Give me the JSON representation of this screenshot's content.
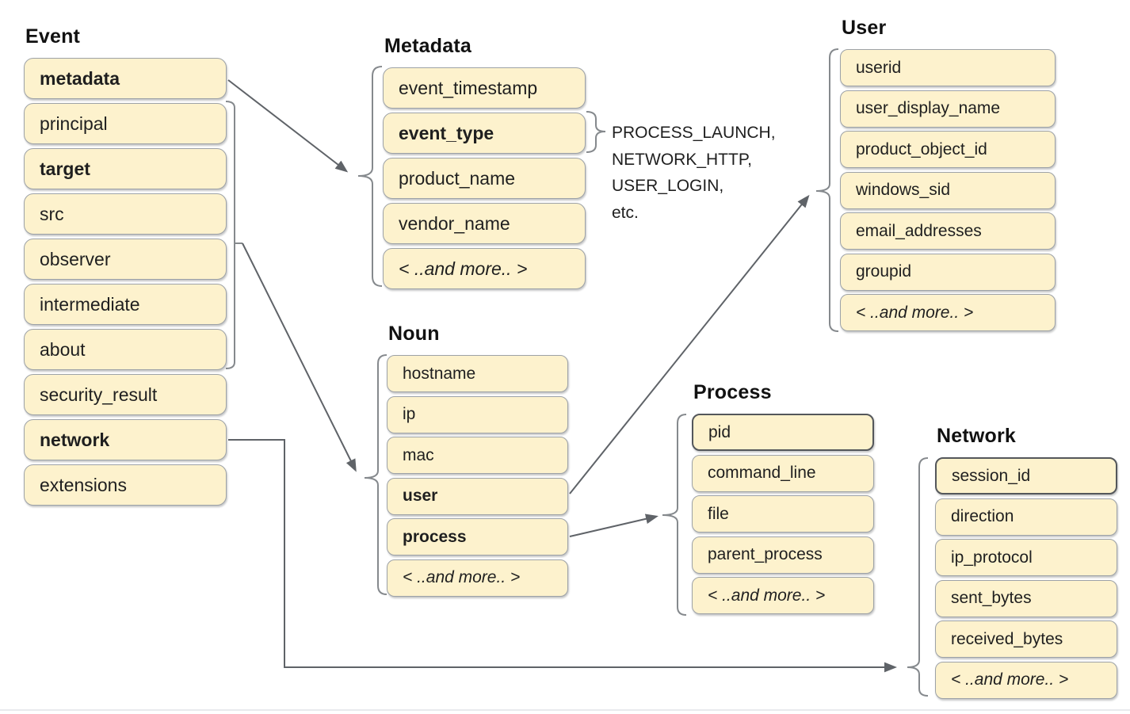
{
  "diagram": {
    "groups": [
      {
        "id": "event",
        "title": "Event",
        "items": [
          {
            "label": "metadata",
            "bold": true
          },
          {
            "label": "principal"
          },
          {
            "label": "target",
            "bold": true
          },
          {
            "label": "src"
          },
          {
            "label": "observer"
          },
          {
            "label": "intermediate"
          },
          {
            "label": "about"
          },
          {
            "label": "security_result"
          },
          {
            "label": "network",
            "bold": true
          },
          {
            "label": "extensions"
          }
        ]
      },
      {
        "id": "metadata",
        "title": "Metadata",
        "items": [
          {
            "label": "event_timestamp"
          },
          {
            "label": "event_type",
            "bold": true
          },
          {
            "label": "product_name"
          },
          {
            "label": "vendor_name"
          },
          {
            "label": "< ..and more.. >",
            "italic": true
          }
        ]
      },
      {
        "id": "noun",
        "title": "Noun",
        "items": [
          {
            "label": "hostname"
          },
          {
            "label": "ip"
          },
          {
            "label": "mac"
          },
          {
            "label": "user",
            "bold": true
          },
          {
            "label": "process",
            "bold": true
          },
          {
            "label": "< ..and more.. >",
            "italic": true
          }
        ]
      },
      {
        "id": "user",
        "title": "User",
        "items": [
          {
            "label": "userid"
          },
          {
            "label": "user_display_name"
          },
          {
            "label": "product_object_id"
          },
          {
            "label": "windows_sid"
          },
          {
            "label": "email_addresses"
          },
          {
            "label": "groupid"
          },
          {
            "label": "< ..and more.. >",
            "italic": true
          }
        ]
      },
      {
        "id": "process",
        "title": "Process",
        "items": [
          {
            "label": "pid",
            "accent": true
          },
          {
            "label": "command_line"
          },
          {
            "label": "file"
          },
          {
            "label": "parent_process"
          },
          {
            "label": "< ..and more.. >",
            "italic": true
          }
        ]
      },
      {
        "id": "network",
        "title": "Network",
        "items": [
          {
            "label": "session_id",
            "accent": true
          },
          {
            "label": "direction"
          },
          {
            "label": "ip_protocol"
          },
          {
            "label": "sent_bytes"
          },
          {
            "label": "received_bytes"
          },
          {
            "label": "< ..and more.. >",
            "italic": true
          }
        ]
      }
    ],
    "event_type_examples": [
      "PROCESS_LAUNCH,",
      "NETWORK_HTTP,",
      "USER_LOGIN,",
      "etc."
    ],
    "colors": {
      "box_fill": "#fdf2cd",
      "box_border": "#9da2a7",
      "box_border_accent": "#54575b",
      "connector": "#5f6368",
      "brace": "#85898d",
      "text": "#1f1f1f",
      "divider": "#e8eaed"
    }
  }
}
